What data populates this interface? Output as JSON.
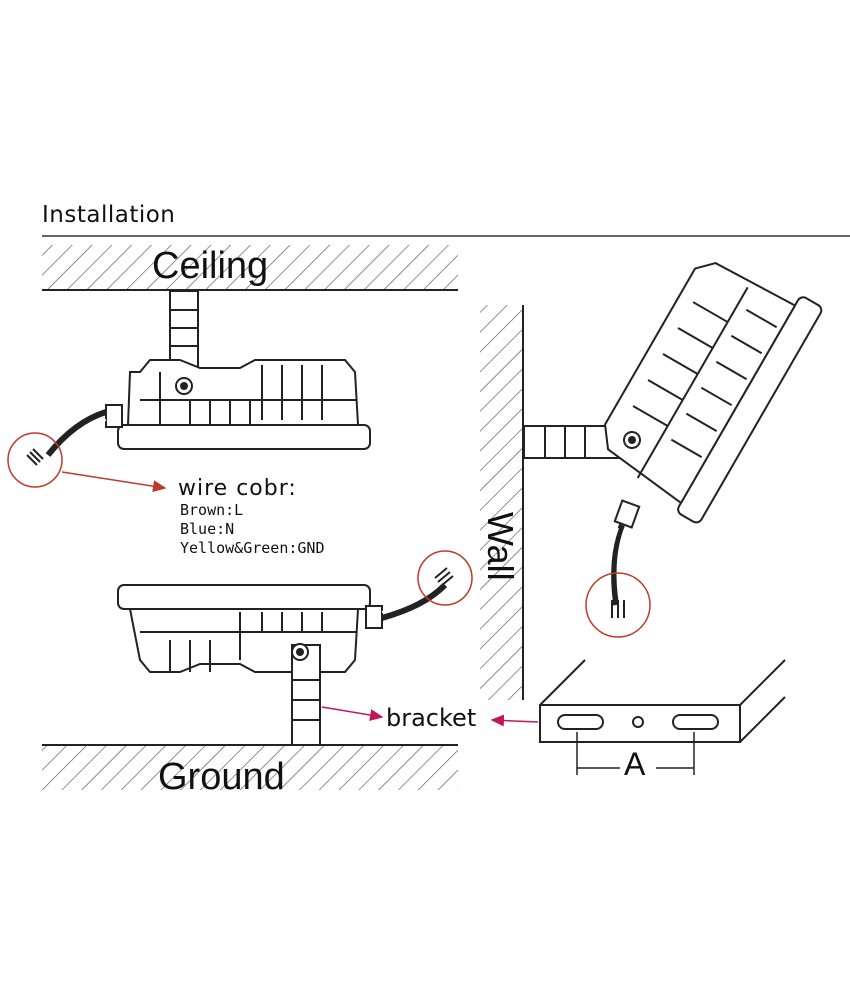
{
  "title": "Installation",
  "labels": {
    "ceiling": "Ceiling",
    "ground": "Ground",
    "wall": "Wall",
    "bracket": "bracket",
    "dimension": "A"
  },
  "wiring": {
    "heading": "wire cobr:",
    "lines": [
      "Brown:L",
      "Blue:N",
      "Yellow&Green:GND"
    ]
  },
  "colors": {
    "line": "#222222",
    "hatch": "#555555",
    "callout_circle": "#c0392b",
    "arrow": "#c0392b",
    "bracket_arrow": "#c2185b"
  }
}
